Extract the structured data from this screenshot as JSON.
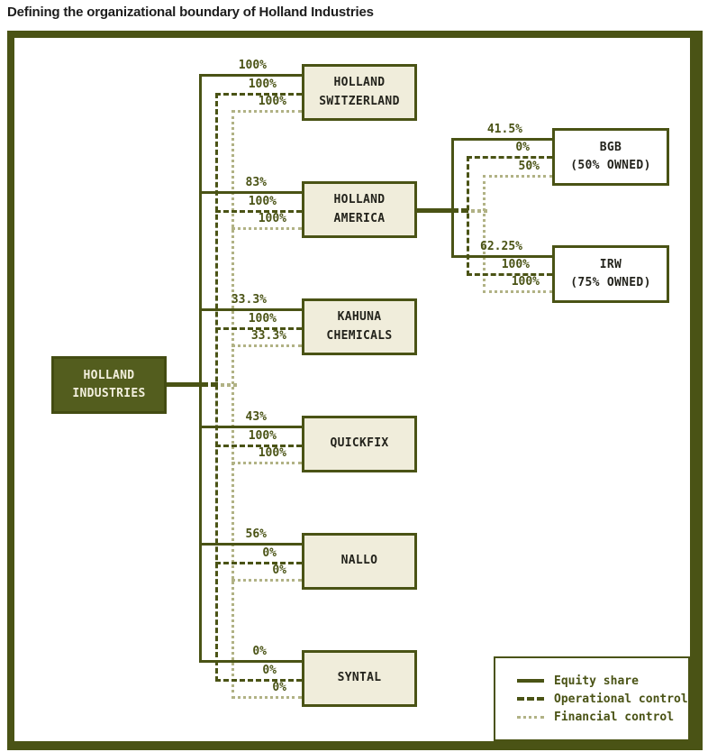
{
  "title": "Defining the organizational boundary of Holland Industries",
  "colors": {
    "dark": "#4a5315",
    "light": "#b1b285",
    "cream": "#f0eddb",
    "root_fill": "#535d1e",
    "root_text": "#f2efdd",
    "box_text": "#23231c",
    "title_text": "#1d1d1d"
  },
  "root": {
    "lines": [
      "HOLLAND",
      "INDUSTRIES"
    ]
  },
  "subsidiaries": [
    {
      "lines": [
        "HOLLAND",
        "SWITZERLAND"
      ],
      "equity": "100%",
      "operational": "100%",
      "financial": "100%"
    },
    {
      "lines": [
        "HOLLAND",
        "AMERICA"
      ],
      "equity": "83%",
      "operational": "100%",
      "financial": "100%"
    },
    {
      "lines": [
        "KAHUNA",
        "CHEMICALS"
      ],
      "equity": "33.3%",
      "operational": "100%",
      "financial": "33.3%"
    },
    {
      "lines": [
        "QUICKFIX"
      ],
      "equity": "43%",
      "operational": "100%",
      "financial": "100%"
    },
    {
      "lines": [
        "NALLO"
      ],
      "equity": "56%",
      "operational": "0%",
      "financial": "0%"
    },
    {
      "lines": [
        "SYNTAL"
      ],
      "equity": "0%",
      "operational": "0%",
      "financial": "0%"
    }
  ],
  "second_level": [
    {
      "lines": [
        "BGB",
        "(50% OWNED)"
      ],
      "equity": "41.5%",
      "operational": "0%",
      "financial": "50%"
    },
    {
      "lines": [
        "IRW",
        "(75% OWNED)"
      ],
      "equity": "62.25%",
      "operational": "100%",
      "financial": "100%"
    }
  ],
  "legend": {
    "items": [
      {
        "label": "Equity share",
        "style": "solid"
      },
      {
        "label": "Operational control",
        "style": "dashed"
      },
      {
        "label": "Financial control",
        "style": "dotted"
      }
    ]
  }
}
